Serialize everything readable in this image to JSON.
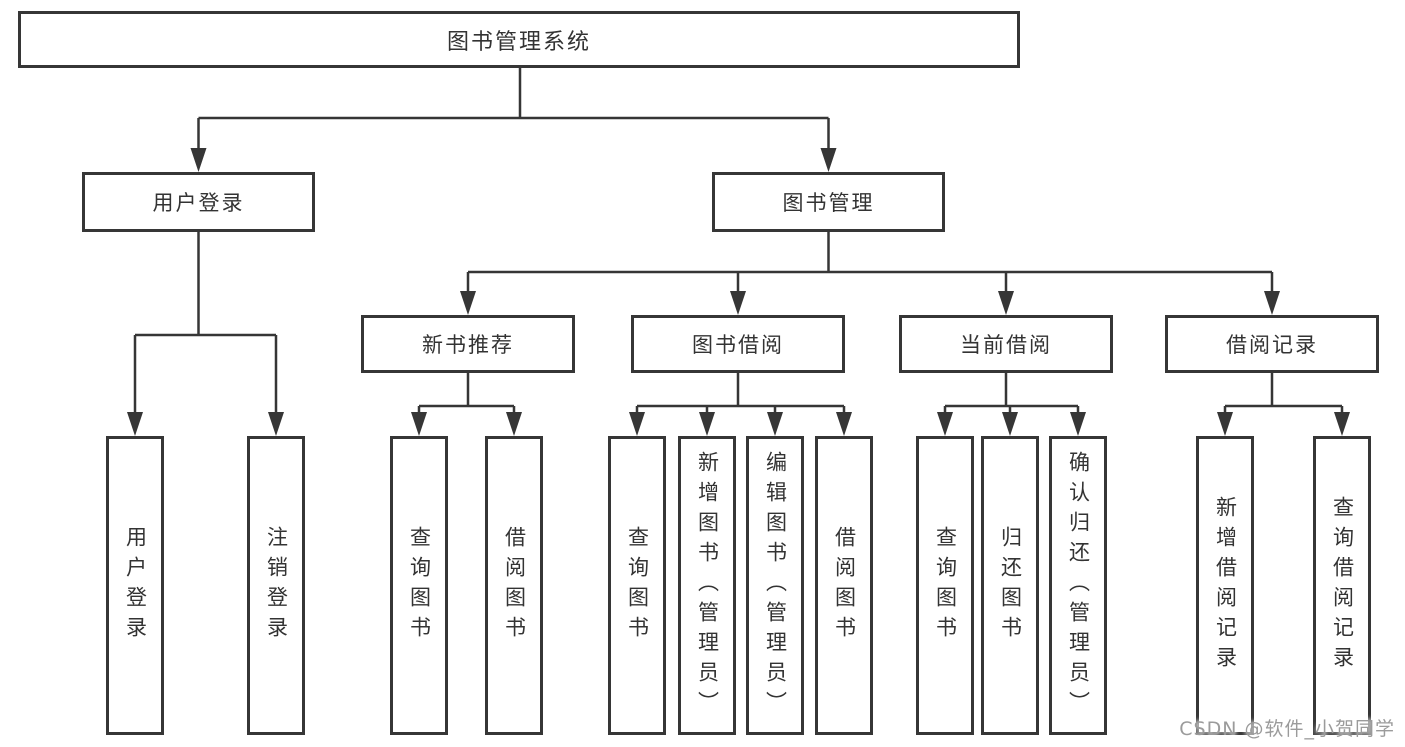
{
  "colors": {
    "line": "#363636",
    "box_border": "#363636",
    "text": "#333333",
    "watermark": "#9b9b9b",
    "background": "#ffffff"
  },
  "diagram": {
    "type": "tree",
    "root": {
      "label": "图书管理系统"
    },
    "branches": [
      {
        "label": "用户登录",
        "children": [
          {
            "label": "用户登录"
          },
          {
            "label": "注销登录"
          }
        ]
      },
      {
        "label": "图书管理",
        "children": [
          {
            "label": "新书推荐",
            "children": [
              {
                "label": "查询图书"
              },
              {
                "label": "借阅图书"
              }
            ]
          },
          {
            "label": "图书借阅",
            "children": [
              {
                "label": "查询图书"
              },
              {
                "label": "新增图书（管理员）"
              },
              {
                "label": "编辑图书（管理员）"
              },
              {
                "label": "借阅图书"
              }
            ]
          },
          {
            "label": "当前借阅",
            "children": [
              {
                "label": "查询图书"
              },
              {
                "label": "归还图书"
              },
              {
                "label": "确认归还（管理员）"
              }
            ]
          },
          {
            "label": "借阅记录",
            "children": [
              {
                "label": "新增借阅记录"
              },
              {
                "label": "查询借阅记录"
              }
            ]
          }
        ]
      }
    ]
  },
  "watermark": {
    "text": "CSDN @软件_小贺同学"
  }
}
